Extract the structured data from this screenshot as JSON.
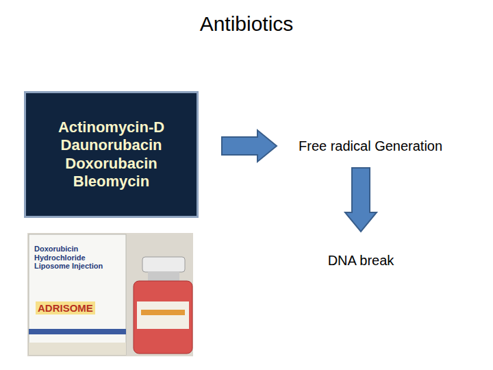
{
  "diagram": {
    "title": "Antibiotics",
    "nodes": [
      {
        "text": [
          "Actinomycin-D Daunorubacin Doxorubacin Bleomycin"
        ]
      },
      {
        "text": [
          "Free radical Generation"
        ]
      },
      {
        "text": [
          "DNA break"
        ]
      }
    ],
    "edges": [
      {
        "from": 0,
        "to": 1,
        "arrow": "to"
      },
      {
        "from": 1,
        "to": 2,
        "arrow": "to"
      }
    ],
    "labels": [
      "Doxorubicin Hydrochloride Liposome Injection",
      "ADRISOME"
    ]
  }
}
